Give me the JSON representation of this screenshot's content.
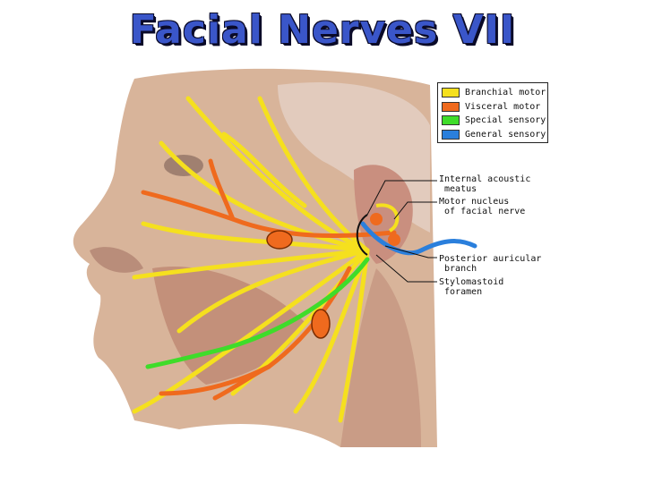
{
  "title": "Facial Nerves VII",
  "legend": [
    {
      "label": "Branchial motor",
      "color": "#f5e01e"
    },
    {
      "label": "Visceral motor",
      "color": "#ef6a1e"
    },
    {
      "label": "Special sensory",
      "color": "#3fdc2a"
    },
    {
      "label": "General sensory",
      "color": "#2a7fdc"
    }
  ],
  "labels": {
    "internal_acoustic": "Internal acoustic\n meatus",
    "motor_nucleus": "Motor nucleus\n of facial nerve",
    "posterior_auricular": "Posterior auricular\n branch",
    "stylomastoid": "Stylomastoid\n foramen"
  }
}
